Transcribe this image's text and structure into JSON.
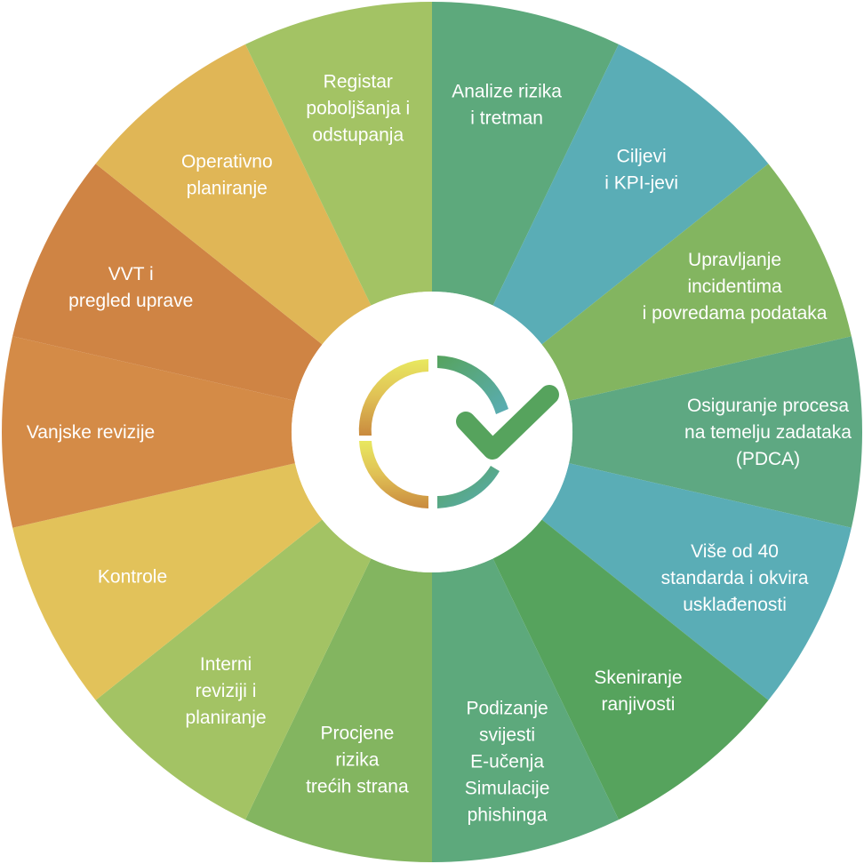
{
  "segments": [
    {
      "lines": [
        "Analize rizika",
        "i tretman"
      ],
      "color": "#5da97c"
    },
    {
      "lines": [
        "Ciljevi",
        "i KPI-jevi"
      ],
      "color": "#5aadb6"
    },
    {
      "lines": [
        "Upravljanje",
        "incidentima",
        "i povredama podataka"
      ],
      "color": "#83b560"
    },
    {
      "lines": [
        "Osiguranje procesa",
        "na temelju zadataka",
        "(PDCA)"
      ],
      "color": "#5ea882"
    },
    {
      "lines": [
        "Više od 40",
        "standarda i okvira",
        "usklađenosti"
      ],
      "color": "#5aadb6"
    },
    {
      "lines": [
        "Skeniranje",
        "ranjivosti"
      ],
      "color": "#56a35d"
    },
    {
      "lines": [
        "Podizanje",
        "svijesti",
        "E-učenja",
        "Simulacije",
        "phishinga"
      ],
      "color": "#5da97c"
    },
    {
      "lines": [
        "Procjene",
        "rizika",
        "trećih strana"
      ],
      "color": "#83b560"
    },
    {
      "lines": [
        "Interni",
        "reviziji i",
        "planiranje"
      ],
      "color": "#a3c364"
    },
    {
      "lines": [
        "Kontrole"
      ],
      "color": "#e2c25a"
    },
    {
      "lines": [
        "Vanjske revizije"
      ],
      "color": "#d48b47"
    },
    {
      "lines": [
        "VVT i",
        "pregled uprave"
      ],
      "color": "#cf8444"
    },
    {
      "lines": [
        "Operativno",
        "planiranje"
      ],
      "color": "#e0b656"
    },
    {
      "lines": [
        "Registar",
        "poboljšanja i",
        "odstupanja"
      ],
      "color": "#a3c364"
    }
  ],
  "center": {
    "icon": "cycle-check-icon",
    "check_color": "#56a35d"
  }
}
